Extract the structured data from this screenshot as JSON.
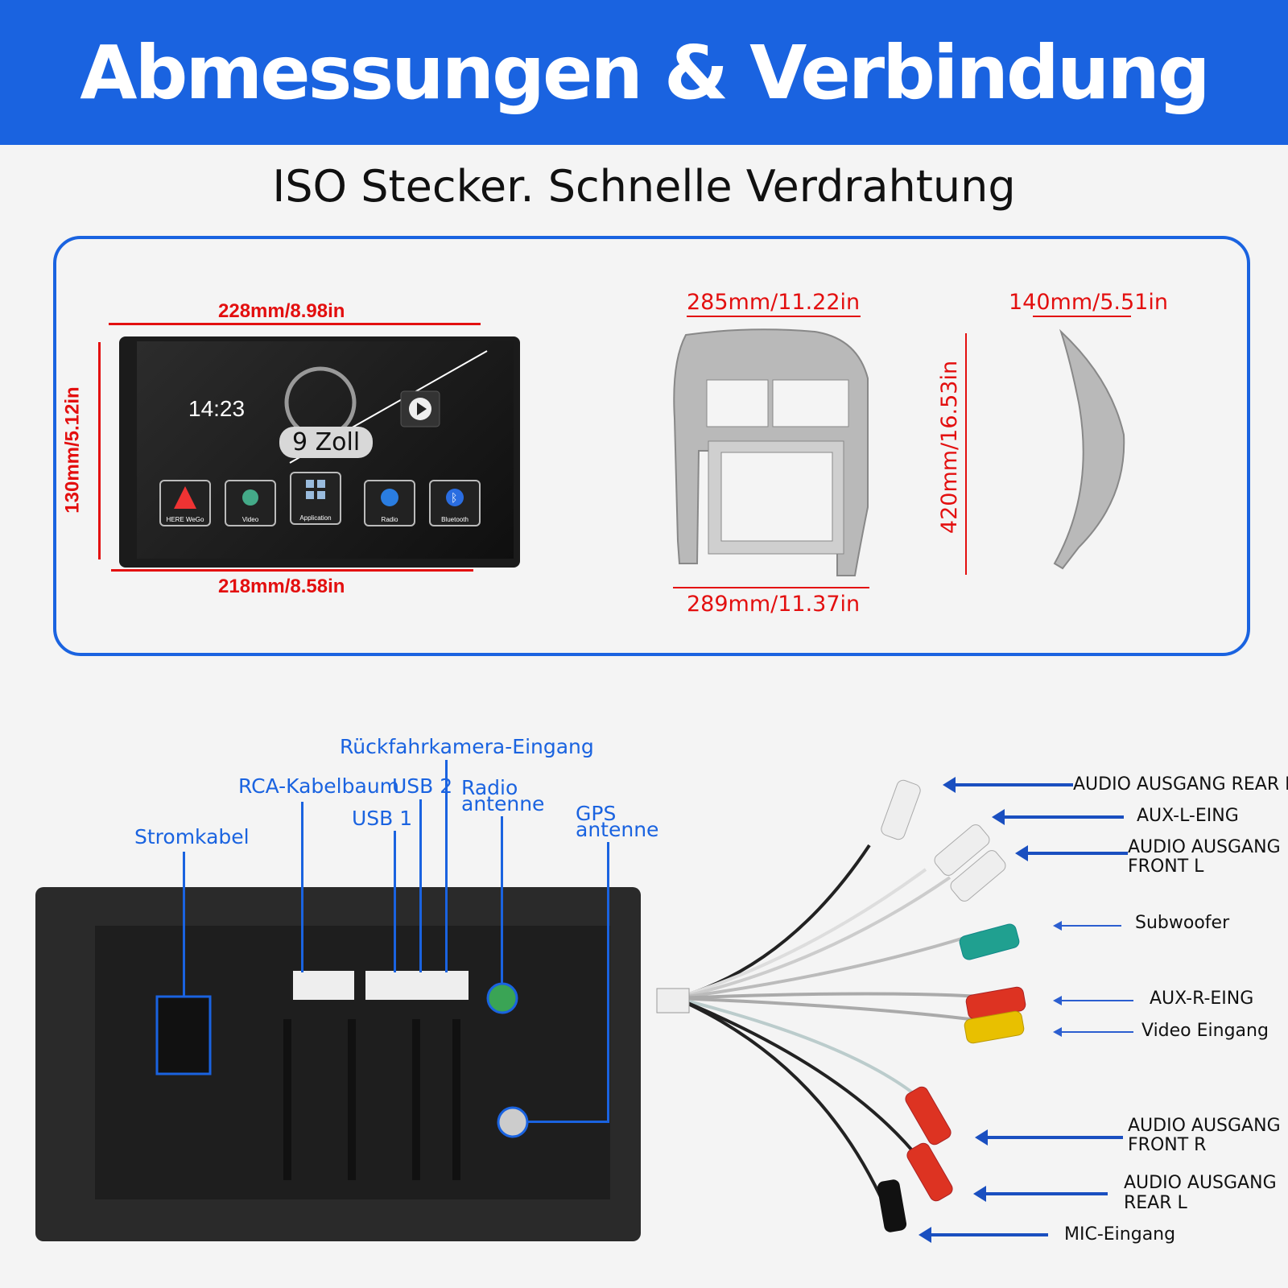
{
  "header": {
    "title": "Abmessungen & Verbindung"
  },
  "subtitle": "ISO Stecker. Schnelle Verdrahtung",
  "dimensions": {
    "radio_top": "228mm/8.98in",
    "radio_bottom": "218mm/8.58in",
    "radio_height": "130mm/5.12in",
    "frame_top": "285mm/11.22in",
    "frame_bottom": "289mm/11.37in",
    "frame_height": "420mm/16.53in",
    "side_width": "140mm/5.51in"
  },
  "screen": {
    "time": "14:23",
    "size_badge": "9 Zoll",
    "apps": [
      "HERE WeGo",
      "Video",
      "Application",
      "Radio",
      "Bluetooth"
    ]
  },
  "ports": {
    "rueckfahrkamera": "Rückfahrkamera-Eingang",
    "rca": "RCA-Kabelbaum",
    "usb2": "USB 2",
    "radio_line1": "Radio",
    "radio_line2": "antenne",
    "usb1": "USB 1",
    "gps_line1": "GPS",
    "gps_line2": "antenne",
    "strom": "Stromkabel"
  },
  "cables": {
    "c1": "AUDIO AUSGANG REAR L",
    "c2": "AUX-L-EING",
    "c3_1": "AUDIO AUSGANG",
    "c3_2": "FRONT L",
    "c4": "Subwoofer",
    "c5": "AUX-R-EING",
    "c6": "Video Eingang",
    "c7_1": "AUDIO AUSGANG",
    "c7_2": "FRONT R",
    "c8_1": "AUDIO AUSGANG",
    "c8_2": "REAR L",
    "c9": "MIC-Eingang"
  }
}
